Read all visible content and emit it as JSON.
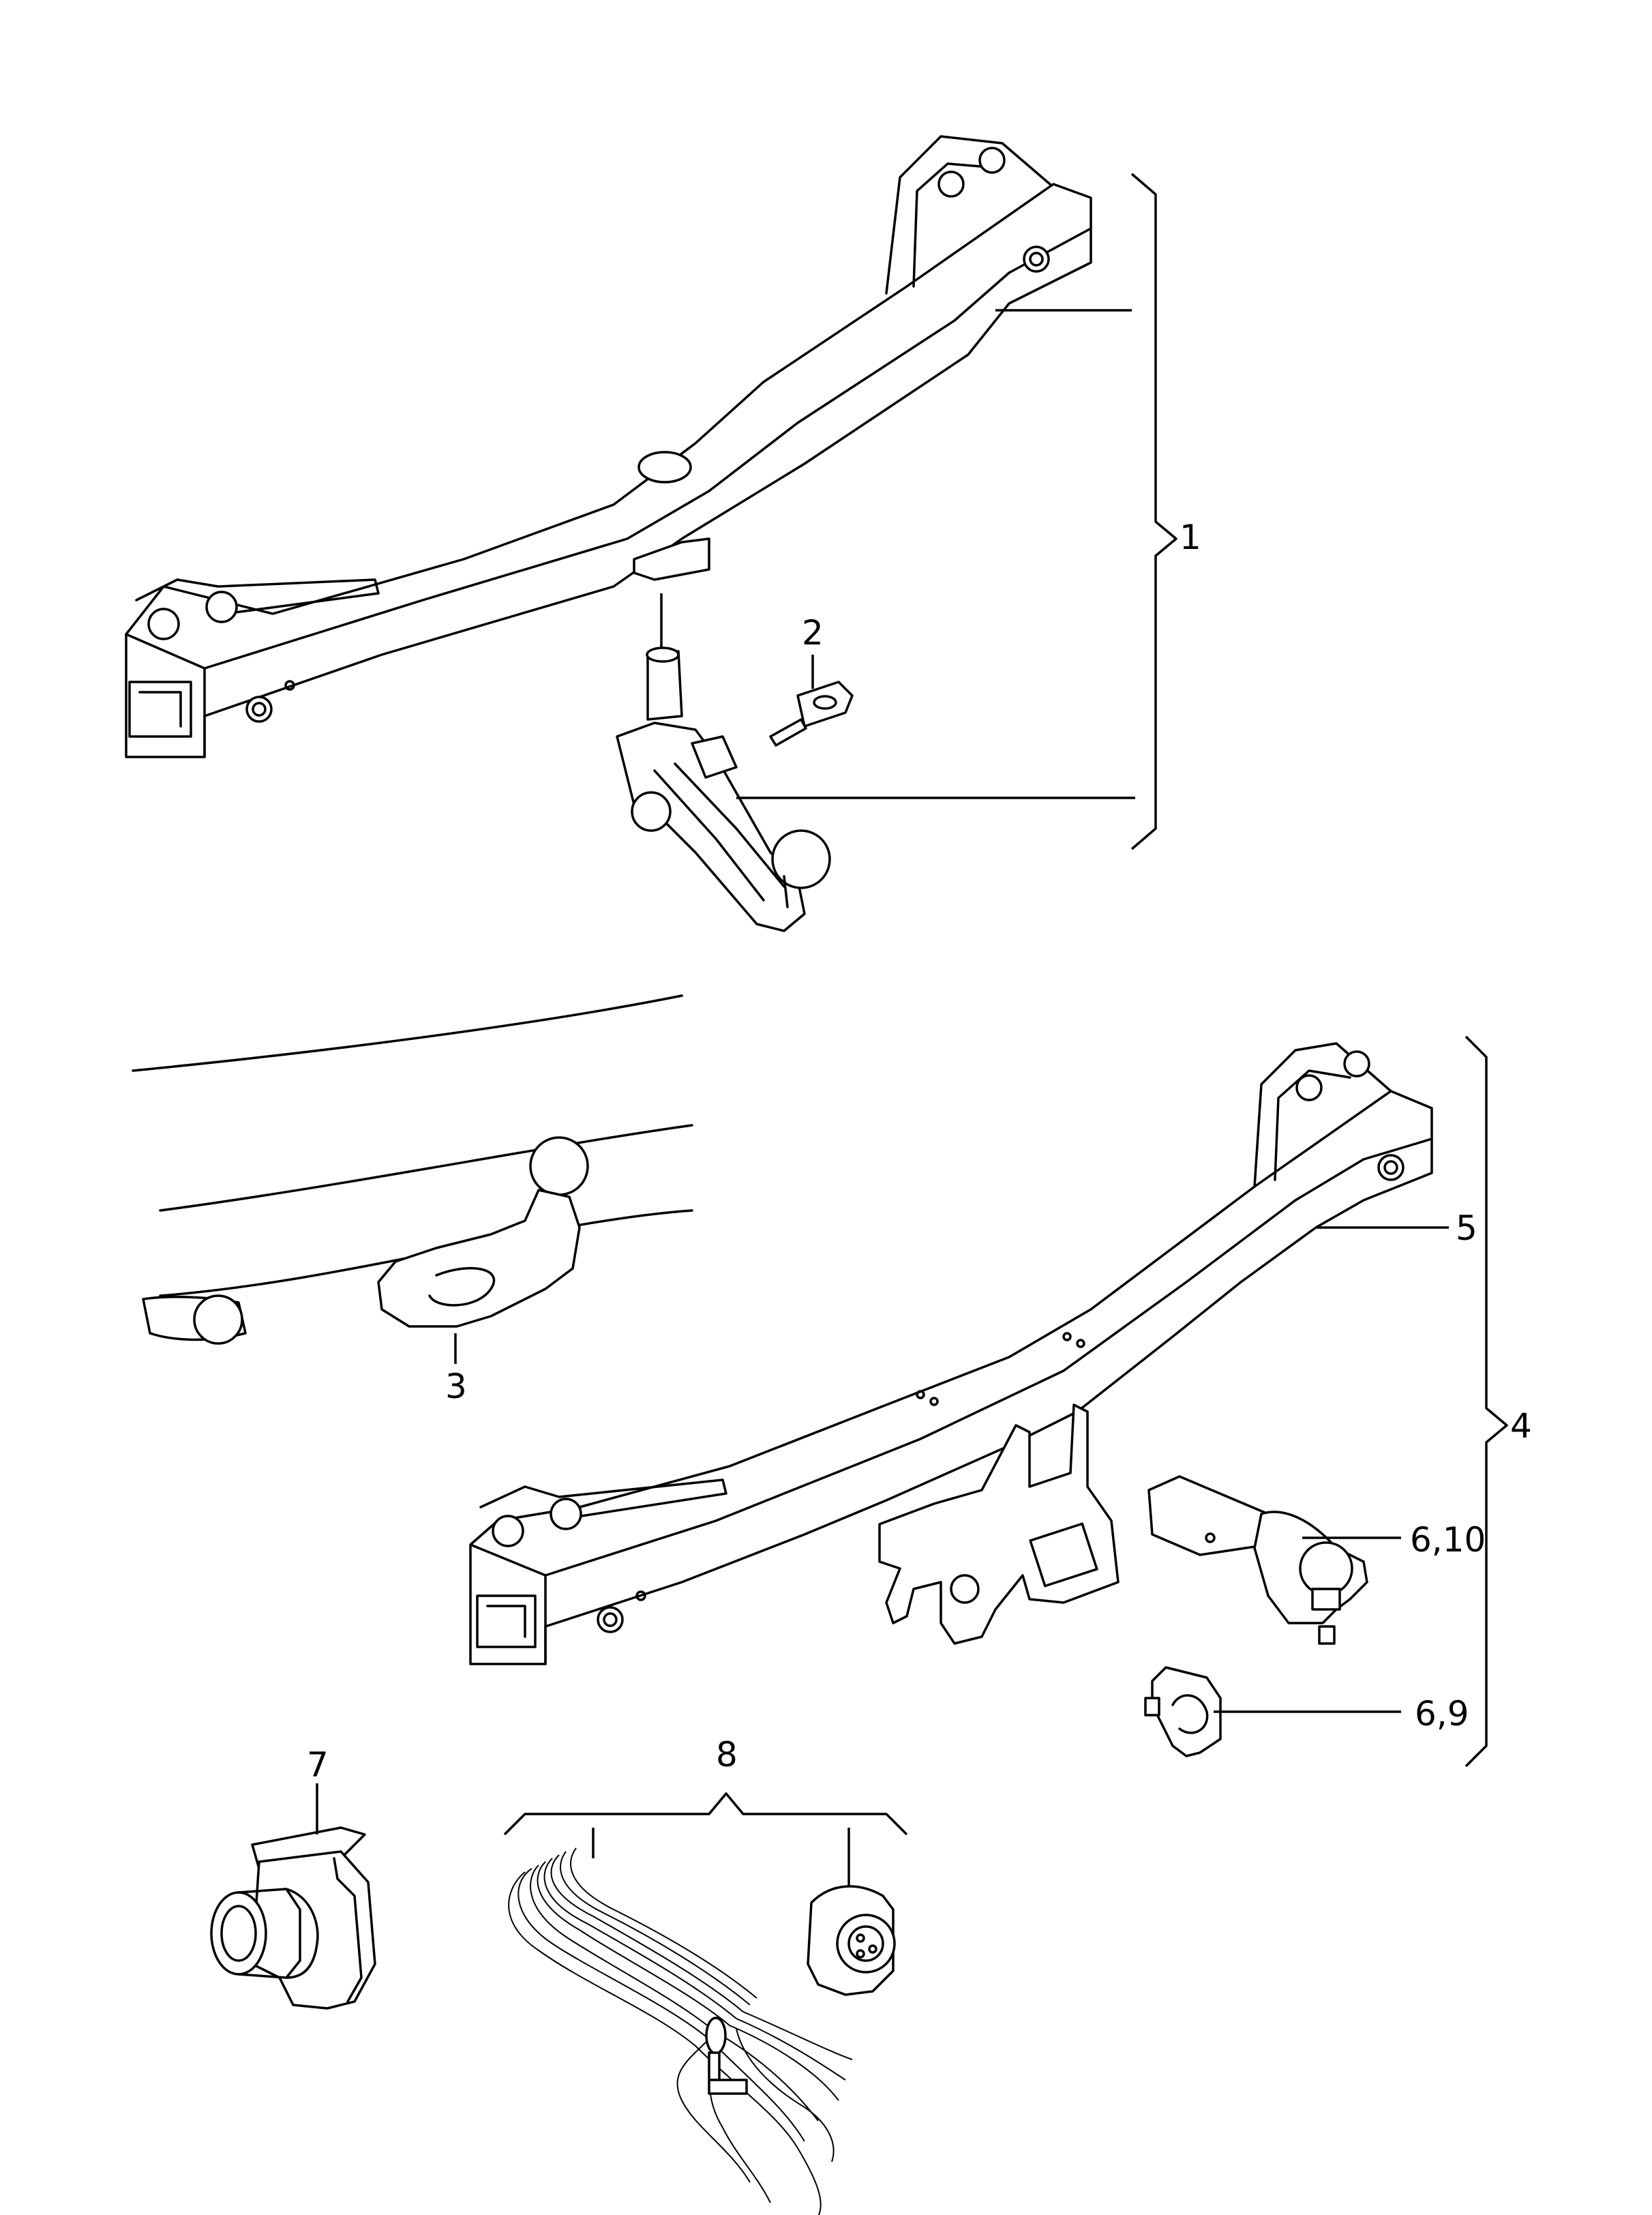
{
  "callouts": {
    "c1": "1",
    "c2": "2",
    "c3": "3",
    "c4": "4",
    "c5": "5",
    "c6_10": "6,10",
    "c6_9": "6,9",
    "c7": "7",
    "c8": "8"
  },
  "colors": {
    "line": "#000000",
    "background": "#ffffff"
  }
}
